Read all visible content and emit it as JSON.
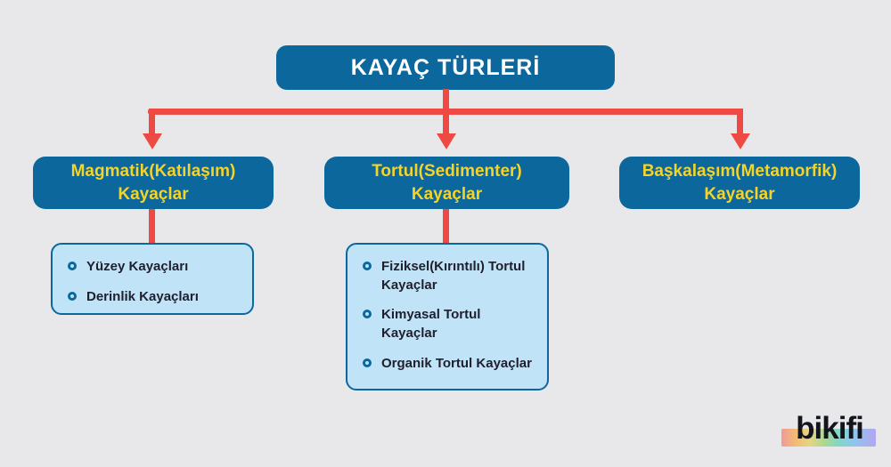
{
  "diagram": {
    "title": "KAYAÇ TÜRLERİ",
    "categories": [
      {
        "label": "Magmatik(Katılaşım)\nKayaçlar",
        "items": [
          "Yüzey Kayaçları",
          "Derinlik Kayaçları"
        ]
      },
      {
        "label": "Tortul(Sedimenter)\nKayaçlar",
        "items": [
          "Fiziksel(Kırıntılı) Tortul Kayaçlar",
          "Kimyasal Tortul Kayaçlar",
          "Organik Tortul Kayaçlar"
        ]
      },
      {
        "label": "Başkalaşım(Metamorfik)\nKayaçlar",
        "items": []
      }
    ],
    "colors": {
      "background": "#e8e8ea",
      "box_blue": "#0b679c",
      "label_yellow": "#f4d32a",
      "arrow_red": "#ee4a43",
      "subbox_fill": "#c0e3f8",
      "text_dark": "#1f1f2d"
    },
    "logo": {
      "text": "bikifi"
    }
  }
}
